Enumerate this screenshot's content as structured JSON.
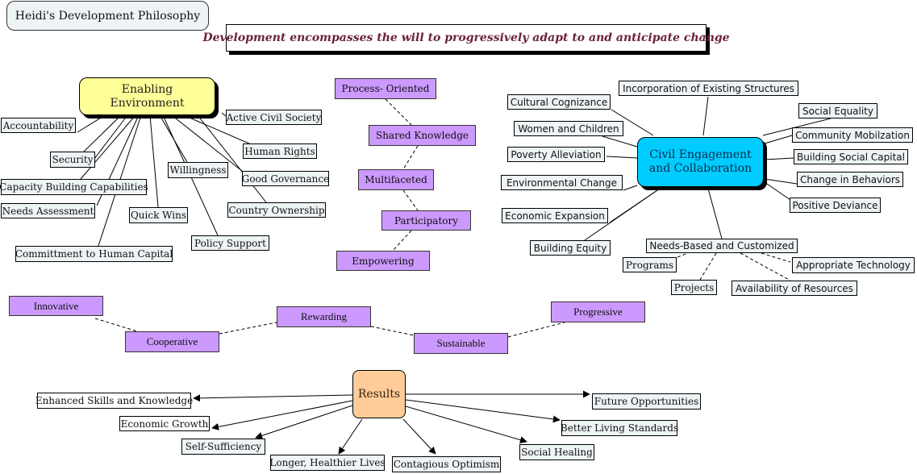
{
  "title": "Heidi's Development Philosophy",
  "tagline": "Development encompasses the will to progressively adapt to and anticipate change",
  "colors": {
    "enabling_hub": "#ffff99",
    "civil_hub": "#00ccff",
    "results_hub": "#ffcc99",
    "quality_node": "#cc99ff",
    "leaf_node": "#eef3f5",
    "tagline_text": "#6b2240"
  },
  "enabling_environment": {
    "label": "Enabling Environment",
    "children": [
      "Accountability",
      "Security",
      "Capacity Building Capabilities",
      "Needs Assessment",
      "Committment to Human Capital",
      "Quick Wins",
      "Willingness",
      "Policy Support",
      "Active Civil Society",
      "Human Rights",
      "Good Governance",
      "Country Ownership"
    ]
  },
  "qualities_vertical": [
    "Process- Oriented",
    "Shared Knowledge",
    "Multifaceted",
    "Participatory",
    "Empowering"
  ],
  "civil_engagement": {
    "label": "Civil Engagement and Collaboration",
    "children": [
      "Cultural Cognizance",
      "Incorporation of Existing Structures",
      "Women and Children",
      "Poverty Alleviation",
      "Environmental Change",
      "Economic Expansion",
      "Building Equity",
      "Social Equality",
      "Community Mobilzation",
      "Building Social Capital",
      "Change in Behaviors",
      "Positive Deviance",
      "Needs-Based and Customized"
    ],
    "needs_based_children": [
      "Programs",
      "Projects",
      "Availability of Resources",
      "Appropriate Technology"
    ]
  },
  "qualities_horizontal": [
    "Innovative",
    "Cooperative",
    "Rewarding",
    "Sustainable",
    "Progressive"
  ],
  "results": {
    "label": "Results",
    "outcomes": [
      "Enhanced Skills and Knowledge",
      "Economic Growth",
      "Self-Sufficiency",
      "Longer, Healthier Lives",
      "Contagious Optimism",
      "Social Healing",
      "Better Living Standards",
      "Future Opportunities"
    ]
  }
}
